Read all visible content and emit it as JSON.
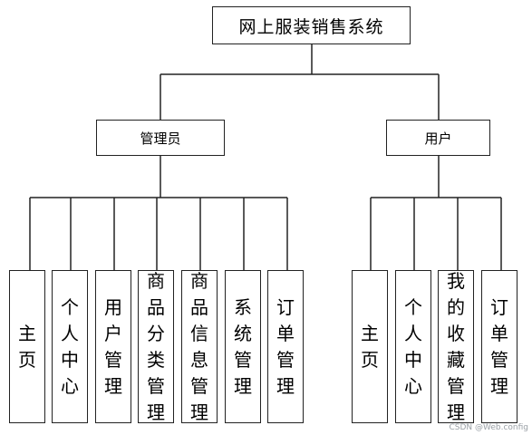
{
  "root": {
    "label": "网上服装销售系统"
  },
  "branches": [
    {
      "label": "管理员",
      "children": [
        "主页",
        "个人中心",
        "用户管理",
        "商品分类管理",
        "商品信息管理",
        "系统管理",
        "订单管理"
      ]
    },
    {
      "label": "用户",
      "children": [
        "主页",
        "个人中心",
        "我的收藏管理",
        "订单管理"
      ]
    }
  ],
  "watermark": "CSDN @Web.config"
}
